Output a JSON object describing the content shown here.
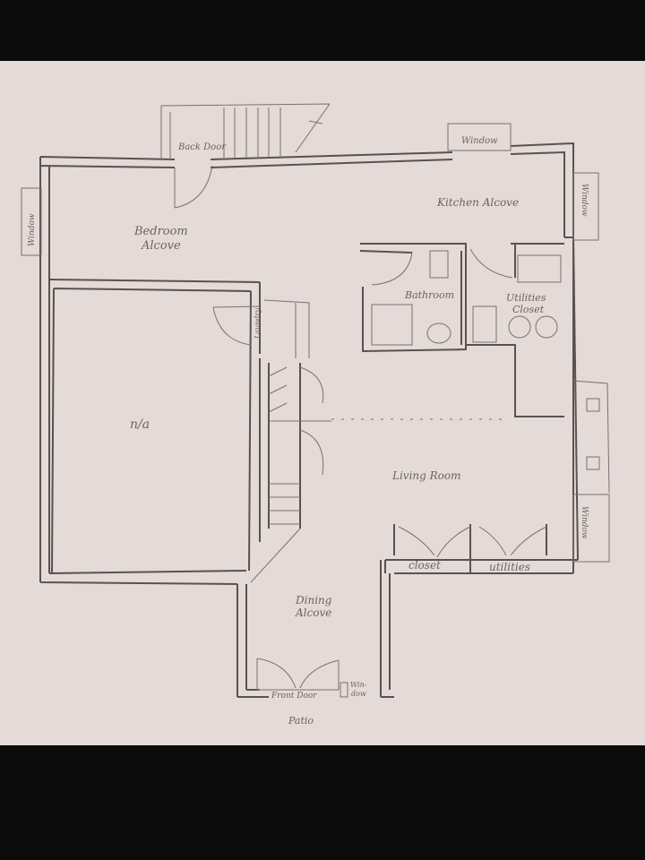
{
  "labels": {
    "back_door": "Back Door",
    "window_top": "Window",
    "window_left": "Window",
    "window_right_upper": "Window",
    "window_right_lower": "Window",
    "kitchen_alcove": "Kitchen Alcove",
    "bedroom_alcove_1": "Bedroom",
    "bedroom_alcove_2": "Alcove",
    "bathroom": "Bathroom",
    "utilities_closet_1": "Utilities",
    "utilities_closet_2": "Closet",
    "laundry": "Laundry",
    "na_room": "n/a",
    "living_room": "Living Room",
    "closet": "closet",
    "utilities": "utilities",
    "dining_alcove_1": "Dining",
    "dining_alcove_2": "Alcove",
    "front_door": "Front Door",
    "window_front_1": "Win-",
    "window_front_2": "dow",
    "patio": "Patio"
  },
  "colors": {
    "paper": "#e4dad7",
    "ink": "#5a5250",
    "background": "#0b0b0b"
  }
}
